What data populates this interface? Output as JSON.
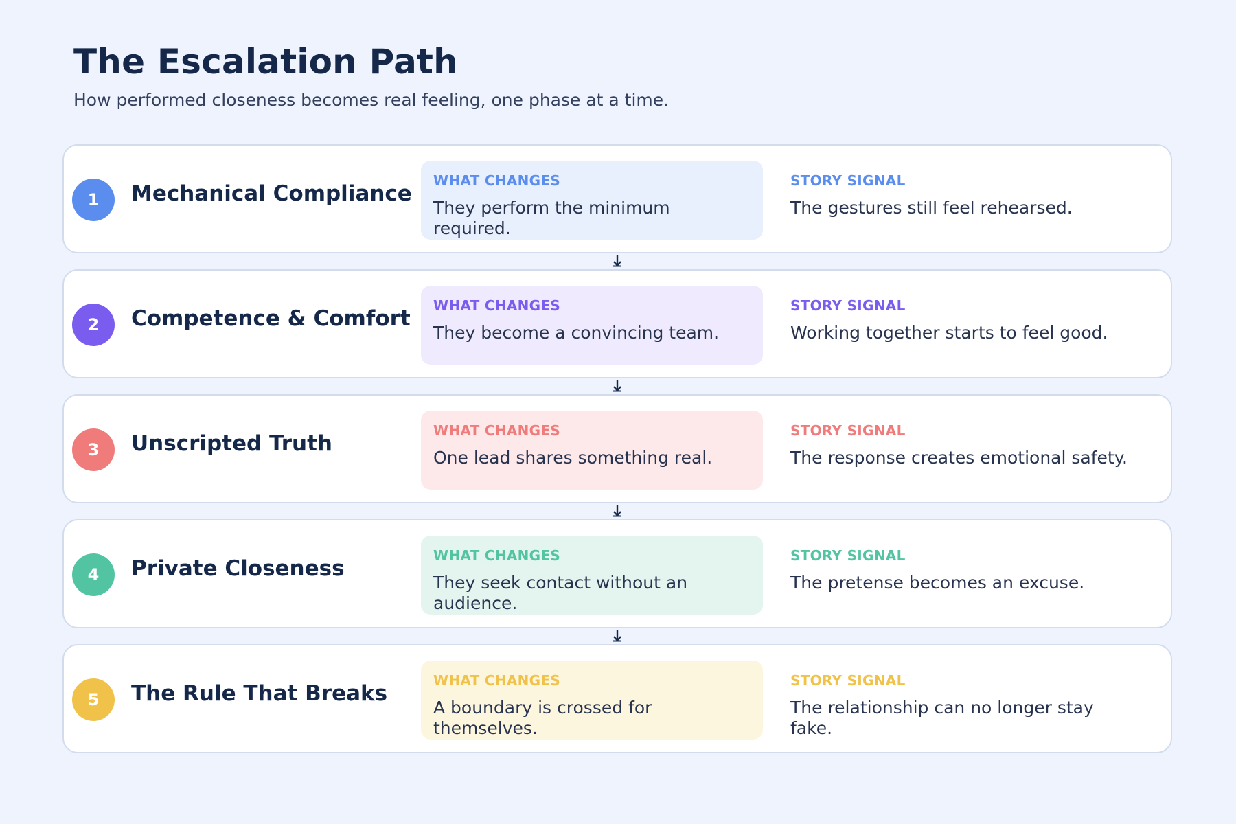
{
  "header": {
    "title": "The Escalation Path",
    "subtitle": "How performed closeness becomes real feeling, one phase at a time."
  },
  "phases": [
    {
      "number": "1",
      "title": "Mechanical Compliance",
      "changes_label": "WHAT CHANGES",
      "changes_text": "They perform the minimum required.",
      "signal_label": "STORY SIGNAL",
      "signal_text": "The gestures still feel rehearsed.",
      "accent": "#5b8def",
      "tint": "#e8effd"
    },
    {
      "number": "2",
      "title": "Competence & Comfort",
      "changes_label": "WHAT CHANGES",
      "changes_text": "They become a convincing team.",
      "signal_label": "STORY SIGNAL",
      "signal_text": "Working together starts to feel good.",
      "accent": "#7a5cef",
      "tint": "#efeafd"
    },
    {
      "number": "3",
      "title": "Unscripted Truth",
      "changes_label": "WHAT CHANGES",
      "changes_text": "One lead shares something real.",
      "signal_label": "STORY SIGNAL",
      "signal_text": "The response creates emotional safety.",
      "accent": "#f07b7b",
      "tint": "#fde9ea"
    },
    {
      "number": "4",
      "title": "Private Closeness",
      "changes_label": "WHAT CHANGES",
      "changes_text": "They seek contact without an audience.",
      "signal_label": "STORY SIGNAL",
      "signal_text": "The pretense becomes an excuse.",
      "accent": "#52c4a2",
      "tint": "#e3f5ee"
    },
    {
      "number": "5",
      "title": "The Rule That Breaks",
      "changes_label": "WHAT CHANGES",
      "changes_text": "A boundary is crossed for themselves.",
      "signal_label": "STORY SIGNAL",
      "signal_text": "The relationship can no longer stay fake.",
      "accent": "#f0c24a",
      "tint": "#fdf6df"
    }
  ],
  "icons": {
    "connector": "arrow-down-icon"
  }
}
